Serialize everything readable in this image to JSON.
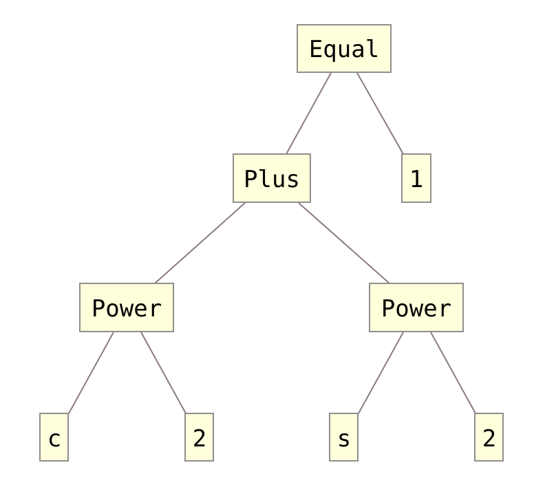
{
  "tree": {
    "root": {
      "label": "Equal",
      "children": [
        {
          "label": "Plus",
          "children": [
            {
              "label": "Power",
              "children": [
                {
                  "label": "c"
                },
                {
                  "label": "2"
                }
              ]
            },
            {
              "label": "Power",
              "children": [
                {
                  "label": "s"
                },
                {
                  "label": "2"
                }
              ]
            }
          ]
        },
        {
          "label": "1"
        }
      ]
    }
  },
  "colors": {
    "node_fill": "#ffffdc",
    "node_border": "#8e8e8e",
    "edge": "#8c7a7e",
    "text": "#000000"
  }
}
